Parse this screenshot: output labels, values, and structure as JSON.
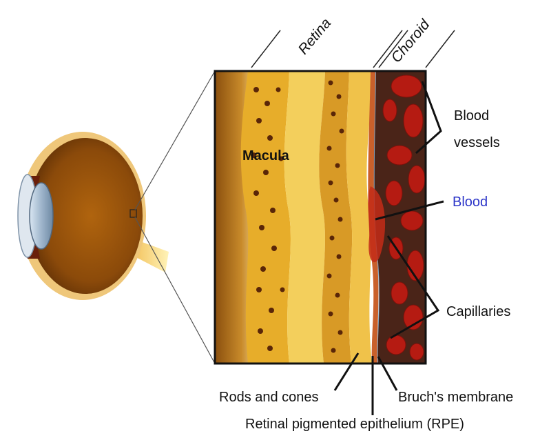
{
  "headers": {
    "retina": "Retina",
    "choroid": "Choroid"
  },
  "labels": {
    "macula": "Macula",
    "blood_vessels_line1": "Blood",
    "blood_vessels_line2": "vessels",
    "blood": "Blood",
    "capillaries": "Capillaries",
    "rods_and_cones": "Rods and cones",
    "bruchs_membrane": "Bruch's membrane",
    "rpe": "Retinal pigmented epithelium (RPE)"
  },
  "colors": {
    "blood_label": "#2b34c8",
    "retina_yellow": "#e9b733",
    "choroid_dark": "#4a2418",
    "blood_red": "#b51b12",
    "eye_brown": "#8b4a0a"
  }
}
